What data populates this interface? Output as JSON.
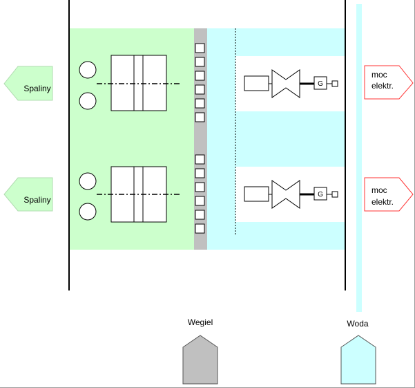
{
  "labels": {
    "exhaust_top": "Spaliny",
    "exhaust_bottom": "Spaliny",
    "power_top_line1": "moc",
    "power_top_line2": "elektr.",
    "power_bottom_line1": "moc",
    "power_bottom_line2": "elektr.",
    "coal": "Wegiel",
    "water": "Woda",
    "generator_top": "G",
    "generator_bottom": "G"
  },
  "colors": {
    "boiler_zone": "#ccffcc",
    "turbine_zone": "#ccffff",
    "coal_column": "#c0c0c0",
    "exhaust_arrow": "#ccffcc",
    "power_arrow_border": "#ff3333",
    "coal_arrow": "#c0c0c0",
    "water_arrow": "#ccffff",
    "water_column": "#ccffff"
  }
}
